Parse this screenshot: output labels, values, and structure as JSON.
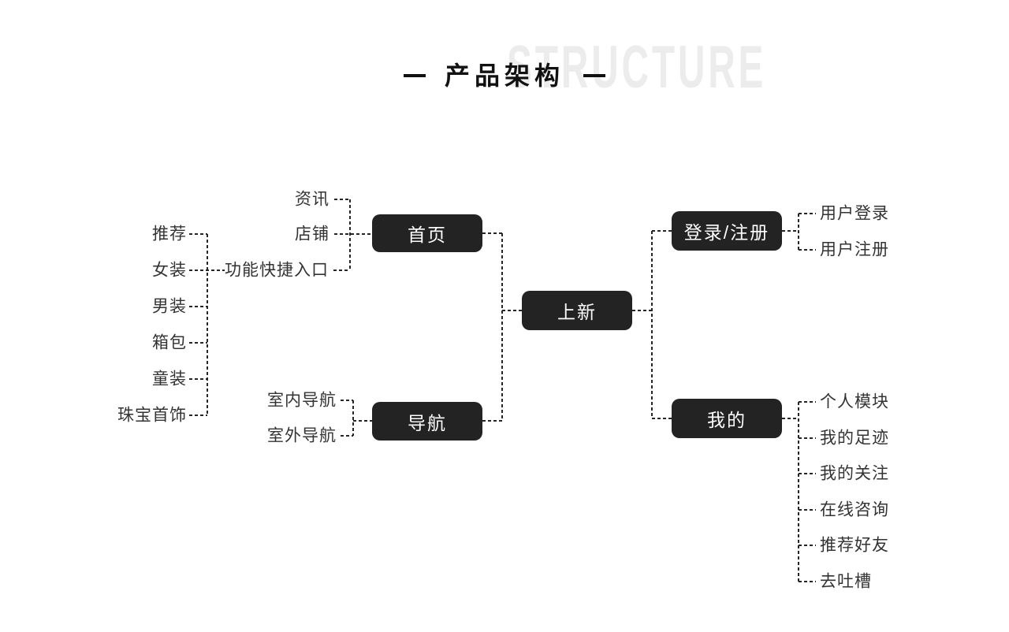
{
  "header": {
    "title": "产品架构",
    "background_word": "STRUCTURE"
  },
  "nodes": {
    "root": "上新",
    "home": "首页",
    "nav": "导航",
    "login": "登录/注册",
    "mine": "我的"
  },
  "labels": {
    "home_children": [
      "资讯",
      "店铺",
      "功能快捷入口"
    ],
    "shortcut_children": [
      "推荐",
      "女装",
      "男装",
      "箱包",
      "童装",
      "珠宝首饰"
    ],
    "nav_children": [
      "室内导航",
      "室外导航"
    ],
    "login_children": [
      "用户登录",
      "用户注册"
    ],
    "mine_children": [
      "个人模块",
      "我的足迹",
      "我的关注",
      "在线咨询",
      "推荐好友",
      "去吐槽"
    ]
  },
  "colors": {
    "node_bg": "#232323",
    "node_text": "#ffffff",
    "label_text": "#333333",
    "line": "#262626",
    "background_word": "#ececec",
    "title": "#111111"
  }
}
